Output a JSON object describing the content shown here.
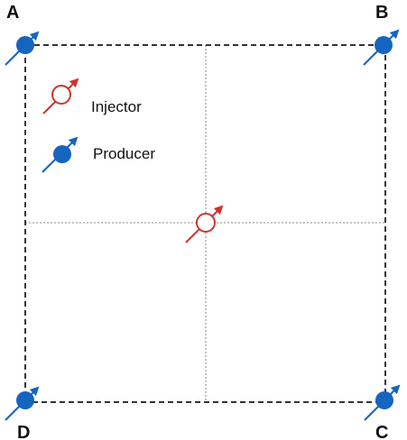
{
  "corners": {
    "a": "A",
    "b": "B",
    "c": "C",
    "d": "D"
  },
  "legend": {
    "injector": {
      "label": "Injector",
      "icon": "injector-well-icon"
    },
    "producer": {
      "label": "Producer",
      "icon": "producer-well-icon"
    }
  },
  "colors": {
    "injector": "#d0342c",
    "producer": "#1565c0",
    "border": "#333333",
    "gridline": "#888888"
  }
}
